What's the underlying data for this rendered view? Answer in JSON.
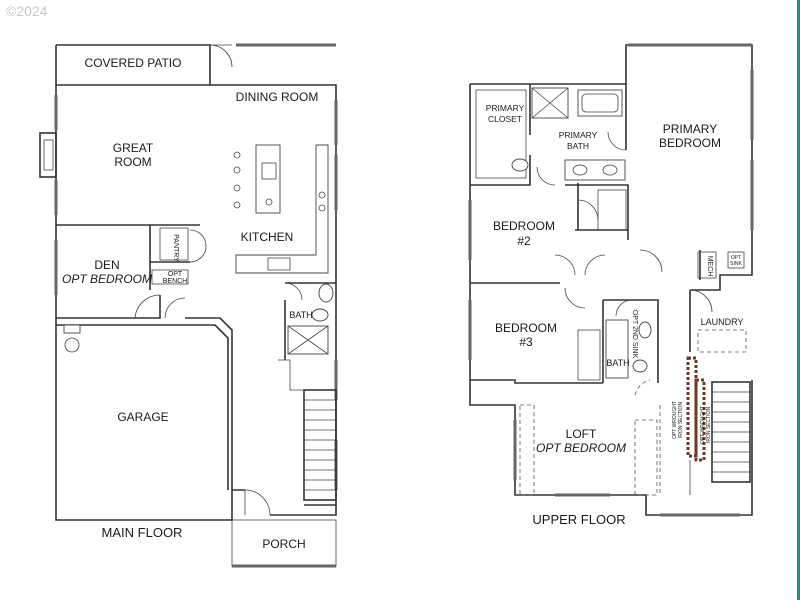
{
  "watermark": "©2024",
  "main_floor": {
    "title": "MAIN FLOOR",
    "rooms": {
      "covered_patio": "COVERED PATIO",
      "dining_room": "DINING ROOM",
      "great_room_1": "GREAT",
      "great_room_2": "ROOM",
      "kitchen": "KITCHEN",
      "den_1": "DEN",
      "den_2": "OPT BEDROOM",
      "pantry": "PANTRY",
      "opt_bench_1": "OPT",
      "opt_bench_2": "BENCH",
      "bath": "BATH",
      "garage": "GARAGE",
      "porch": "PORCH"
    }
  },
  "upper_floor": {
    "title": "UPPER FLOOR",
    "rooms": {
      "primary_closet_1": "PRIMARY",
      "primary_closet_2": "CLOSET",
      "primary_bath_1": "PRIMARY",
      "primary_bath_2": "BATH",
      "primary_bedroom_1": "PRIMARY",
      "primary_bedroom_2": "BEDROOM",
      "bedroom2_1": "BEDROOM",
      "bedroom2_2": "#2",
      "bedroom3_1": "BEDROOM",
      "bedroom3_2": "#3",
      "bath": "BATH",
      "opt_2nd_sink": "OPT 2ND SINK",
      "mech": "MECH",
      "opt_shelf_1": "OPT",
      "opt_shelf_2": "SINK",
      "laundry": "LAUNDRY",
      "loft_1": "LOFT",
      "loft_2": "OPT BEDROOM",
      "opt_wrought_1": "OPT WROUGHT",
      "opt_wrought_2": "IRON SECTION",
      "opt_wrought_3": "OPT WROUGHT",
      "opt_wrought_4": "IRON SECTION"
    }
  }
}
